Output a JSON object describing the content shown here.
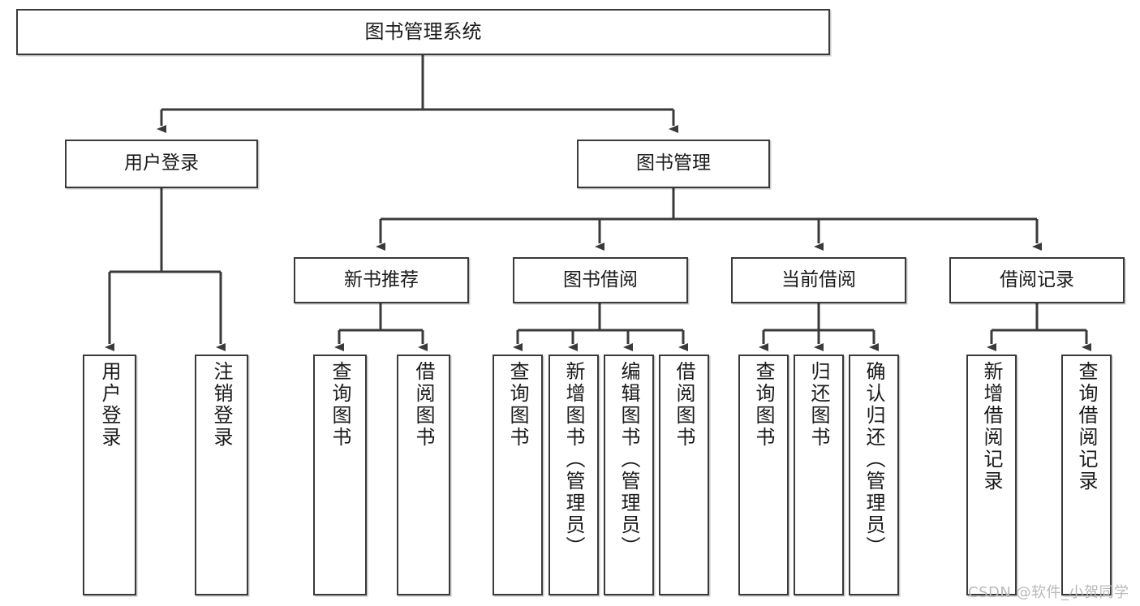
{
  "diagram": {
    "title": "图书管理系统",
    "type": "tree",
    "root": {
      "label": "图书管理系统"
    },
    "level2": [
      {
        "id": "user-login",
        "label": "用户登录"
      },
      {
        "id": "book-management",
        "label": "图书管理"
      }
    ],
    "level3": [
      {
        "id": "new-book-recommend",
        "label": "新书推荐",
        "parent": "book-management"
      },
      {
        "id": "book-borrow",
        "label": "图书借阅",
        "parent": "book-management"
      },
      {
        "id": "current-borrow",
        "label": "当前借阅",
        "parent": "book-management"
      },
      {
        "id": "borrow-record",
        "label": "借阅记录",
        "parent": "book-management"
      }
    ],
    "leaves": [
      {
        "id": "leaf-user-login",
        "label": "用户登录",
        "parent": "user-login"
      },
      {
        "id": "leaf-user-logout",
        "label": "注销登录",
        "parent": "user-login"
      },
      {
        "id": "leaf-query-book-1",
        "label": "查询图书",
        "parent": "new-book-recommend"
      },
      {
        "id": "leaf-borrow-book-1",
        "label": "借阅图书",
        "parent": "new-book-recommend"
      },
      {
        "id": "leaf-query-book-2",
        "label": "查询图书",
        "parent": "book-borrow"
      },
      {
        "id": "leaf-add-book",
        "label": "新增图书（管理员）",
        "parent": "book-borrow"
      },
      {
        "id": "leaf-edit-book",
        "label": "编辑图书（管理员）",
        "parent": "book-borrow"
      },
      {
        "id": "leaf-borrow-book-2",
        "label": "借阅图书",
        "parent": "book-borrow"
      },
      {
        "id": "leaf-query-book-3",
        "label": "查询图书",
        "parent": "current-borrow"
      },
      {
        "id": "leaf-return-book",
        "label": "归还图书",
        "parent": "current-borrow"
      },
      {
        "id": "leaf-confirm-return",
        "label": "确认归还（管理员）",
        "parent": "current-borrow"
      },
      {
        "id": "leaf-add-record",
        "label": "新增借阅记录",
        "parent": "borrow-record"
      },
      {
        "id": "leaf-query-record",
        "label": "查询借阅记录",
        "parent": "borrow-record"
      }
    ]
  },
  "watermark": {
    "text": "CSDN @软件_小贺同学"
  },
  "colors": {
    "stroke": "#3a3a3a",
    "fill": "#ffffff",
    "text": "#1a1a1a",
    "watermark": "#b9b9b9"
  }
}
